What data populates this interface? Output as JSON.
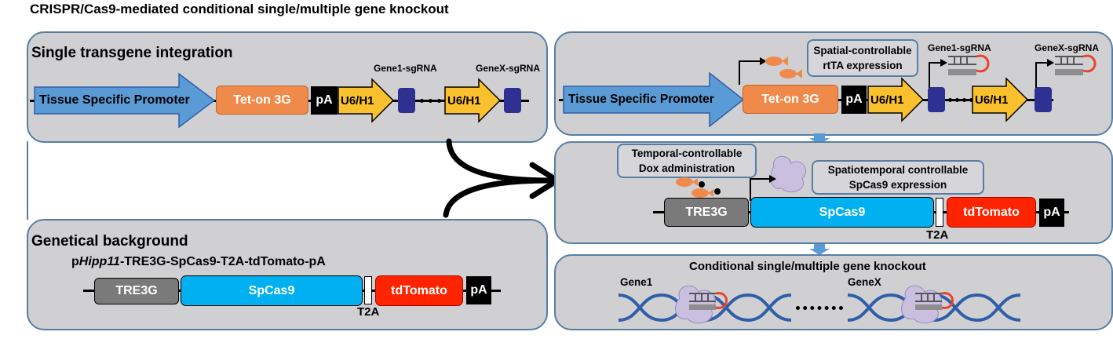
{
  "title": "CRISPR/Cas9-mediated conditional single/multiple  gene knockout",
  "colors": {
    "panel_fill": "#d0d0d3",
    "panel_border": "#567ea3",
    "promoter": "#5b9bd5",
    "tet_on": "#f08a4b",
    "u6": "#fbc02d",
    "sgrna_box": "#2e3192",
    "tre3g": "#7a7a7a",
    "spcas9": "#00b0f0",
    "tdtomato": "#ff2400",
    "dna": "#2f5ea8"
  },
  "single_panel": {
    "title": "Single transgene integration",
    "promoter": "Tissue Specific Promoter",
    "tet_on": "Tet-on 3G",
    "pa": "pA",
    "u6_1": "U6/H1",
    "u6_2": "U6/H1",
    "sgrna1": "Gene1-sgRNA",
    "sgrnax": "GeneX-sgRNA"
  },
  "background_panel": {
    "title": "Genetical background",
    "construct_prefix": "p",
    "construct_italic": "Hipp11",
    "construct_suffix": "-TRE3G-SpCas9-T2A-tdTomato-pA",
    "tre3g": "TRE3G",
    "spcas9": "SpCas9",
    "tdtomato": "tdTomato",
    "pa": "pA",
    "t2a": "T2A"
  },
  "right_top": {
    "promoter": "Tissue Specific Promoter",
    "tet_on": "Tet-on 3G",
    "pa": "pA",
    "u6_1": "U6/H1",
    "u6_2": "U6/H1",
    "sgrna1": "Gene1-sgRNA",
    "sgrnax": "GeneX-sgRNA",
    "note_line1": "Spatial-controllable",
    "note_line2": "rtTA expression"
  },
  "right_mid": {
    "note1_line1": "Temporal-controllable",
    "note1_line2": "Dox administration",
    "note2_line1": "Spatiotemporal controllable",
    "note2_line2": "SpCas9 expression",
    "tre3g": "TRE3G",
    "spcas9": "SpCas9",
    "tdtomato": "tdTomato",
    "pa": "pA",
    "t2a": "T2A"
  },
  "right_bottom": {
    "title": "Conditional single/multiple gene knockout",
    "gene1": "Gene1",
    "genex": "GeneX"
  }
}
